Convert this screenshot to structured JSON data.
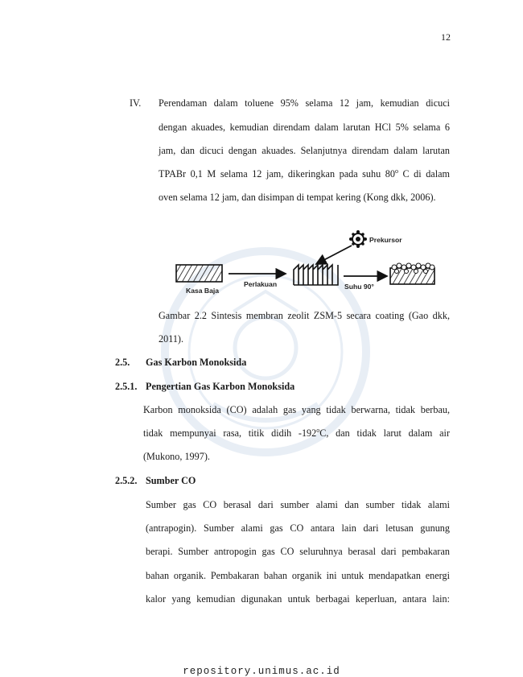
{
  "page_number": "12",
  "item_iv": {
    "label": "IV.",
    "lines": [
      "Perendaman dalam toluene 95% selama 12 jam, kemudian dicuci",
      "dengan akuades, kemudian direndam dalam larutan HCl 5% selama 6",
      "jam, dan dicuci dengan akuades. Selanjutnya direndam dalam larutan",
      "oven selama 12 jam, dan disimpan di tempat kering (Kong dkk, 2006)."
    ],
    "line4_pre": "TPABr 0,1 M selama 12 jam, dikeringkan pada suhu 80",
    "line4_sup": "o",
    "line4_post": " C di dalam"
  },
  "figure": {
    "labels": {
      "kasa_baja": "Kasa Baja",
      "perlakuan": "Perlakuan",
      "prekursor": "Prekursor",
      "suhu": "Suhu 90°"
    },
    "caption_line1": "Gambar 2.2 Sintesis membran zeolit ZSM-5 secara coating (Gao dkk,",
    "caption_line2": "2011)."
  },
  "sec_25": {
    "number": "2.5.",
    "title": "Gas Karbon Monoksida"
  },
  "sec_251": {
    "number": "2.5.1.",
    "title": "Pengertian Gas Karbon Monoksida",
    "lines": [
      "Karbon monoksida (CO) adalah gas yang tidak berwarna, tidak berbau,",
      "(Mukono, 1997)."
    ],
    "line2_pre": "tidak mempunyai rasa, titik didih -192",
    "line2_sup": "o",
    "line2_post": "C, dan tidak larut dalam air"
  },
  "sec_252": {
    "number": "2.5.2.",
    "title": "Sumber CO",
    "lines": [
      "Sumber gas CO berasal dari sumber alami dan sumber tidak alami",
      "(antrapogin). Sumber alami gas CO antara lain dari letusan gunung",
      "berapi. Sumber antropogin gas CO seluruhnya berasal dari pembakaran",
      "bahan organik. Pembakaran bahan organik ini untuk mendapatkan energi",
      "kalor yang kemudian digunakan untuk berbagai keperluan, antara lain:"
    ]
  },
  "footer": "repository.unimus.ac.id"
}
